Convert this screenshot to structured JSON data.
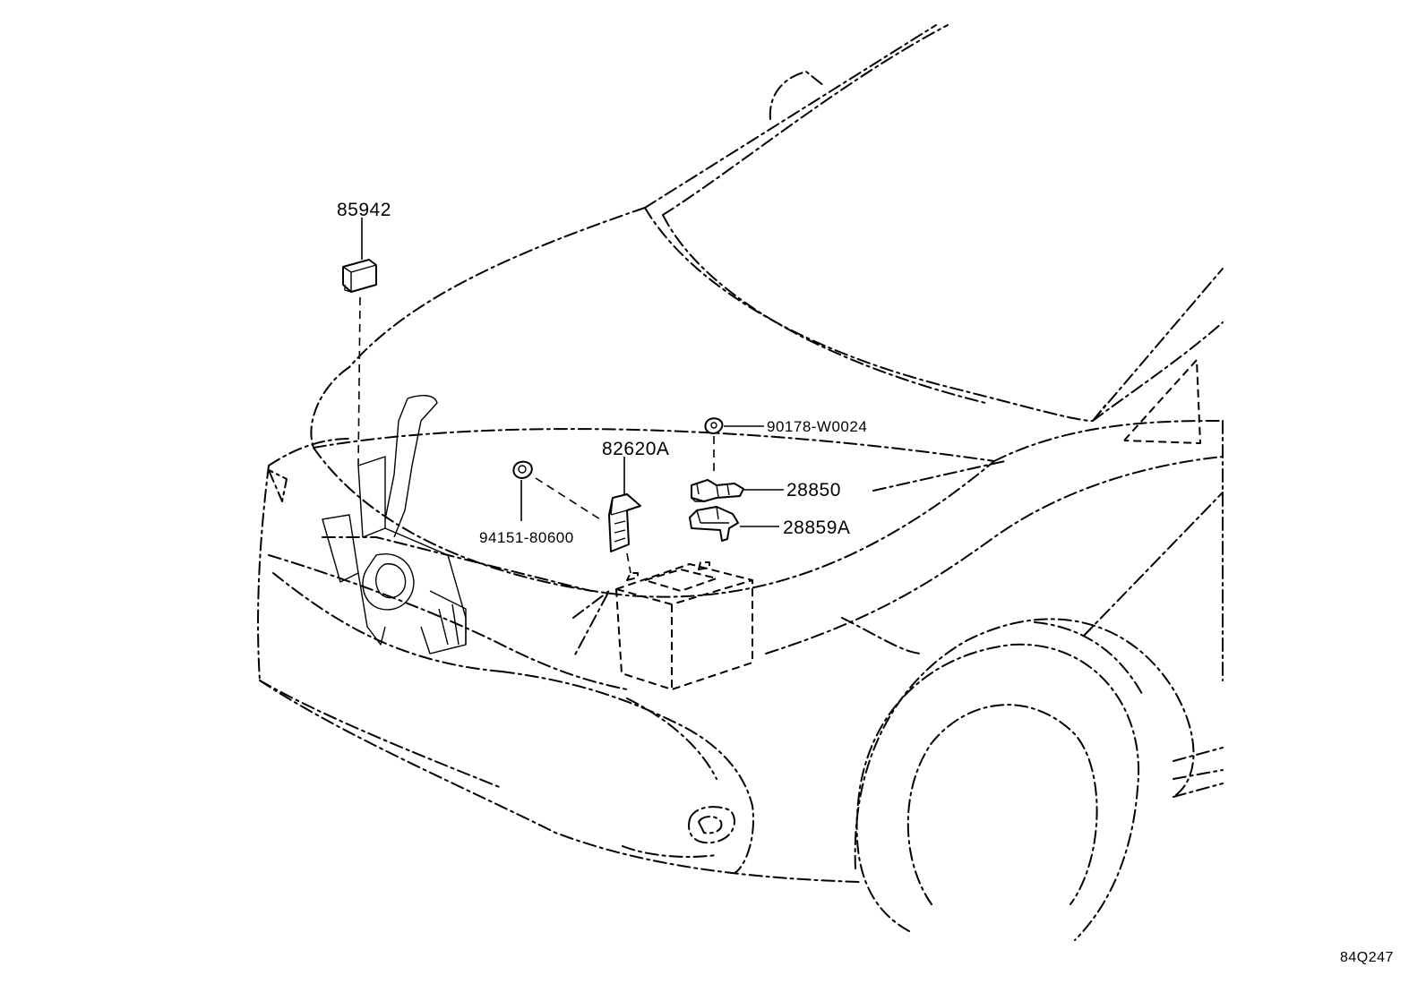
{
  "diagram": {
    "figure_code": "84Q247",
    "parts": [
      {
        "number": "85942"
      },
      {
        "number": "82620A"
      },
      {
        "number": "94151-80600"
      },
      {
        "number": "90178-W0024"
      },
      {
        "number": "28850"
      },
      {
        "number": "28859A"
      }
    ]
  }
}
